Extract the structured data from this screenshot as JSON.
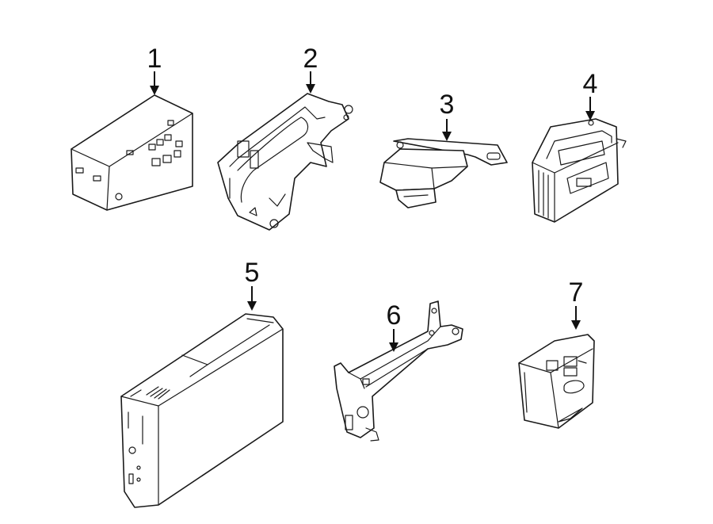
{
  "callouts": [
    {
      "id": "1",
      "label": "1"
    },
    {
      "id": "2",
      "label": "2"
    },
    {
      "id": "3",
      "label": "3"
    },
    {
      "id": "4",
      "label": "4"
    },
    {
      "id": "5",
      "label": "5"
    },
    {
      "id": "6",
      "label": "6"
    },
    {
      "id": "7",
      "label": "7"
    }
  ],
  "colors": {
    "ink": "#1a1a1a",
    "background": "#ffffff"
  }
}
